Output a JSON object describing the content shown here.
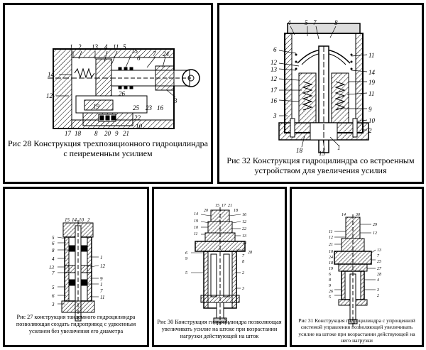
{
  "figures": {
    "fig28": {
      "caption": "Рис 28 Конструкция трехпозиционного гидроцилиндра с пеиременным усилием",
      "labels": [
        "1",
        "2",
        "13",
        "4",
        "11",
        "5",
        "15",
        "6",
        "7",
        "24",
        "14",
        "12",
        "3",
        "26",
        "25",
        "23",
        "16",
        "19",
        "22",
        "10",
        "17",
        "18",
        "8",
        "20",
        "9",
        "21"
      ]
    },
    "fig32": {
      "caption": "Рис 32 Конструкция гидроцилиндра со встроенным устройством для увеличения усилия",
      "labels": [
        "4",
        "5",
        "7",
        "8",
        "6",
        "11",
        "12",
        "13",
        "14",
        "12",
        "19",
        "17",
        "11",
        "16",
        "9",
        "3",
        "10",
        "2",
        "18",
        "15",
        "1"
      ]
    },
    "fig27": {
      "caption": "Рис 27 конструкция тандемного гидроцилиндра позволяющая создать гидропривод с удвоенным усилием без увеличения его диаметра",
      "labels": [
        "15",
        "14",
        "10",
        "2",
        "5",
        "6",
        "8",
        "4",
        "13",
        "7",
        "5",
        "6",
        "3",
        "1",
        "12",
        "9",
        "1",
        "7",
        "11"
      ]
    },
    "fig30": {
      "caption": "Рис 30 Конструкция гидроцилиндра позволяющая увеличивать усилие на штоке при возрастании нагрузки действующей на шток",
      "labels": [
        "15",
        "17",
        "21",
        "14",
        "20",
        "18",
        "16",
        "19",
        "12",
        "22",
        "13",
        "10",
        "11",
        "14",
        "6",
        "9",
        "4",
        "7",
        "28",
        "8",
        "5",
        "2",
        "3",
        "1"
      ]
    },
    "fig31": {
      "caption": "Рис 31 Конструкция гидроцилиндра с упрощенной системой управления позволяющей увеличивать усилие на штоке при возрастании действующей на него нагрузки",
      "labels": [
        "14",
        "30",
        "11",
        "29",
        "12",
        "12",
        "21",
        "10",
        "24",
        "18",
        "13",
        "19",
        "7",
        "6",
        "25",
        "27",
        "8",
        "28",
        "9",
        "4",
        "26",
        "3",
        "2",
        "5",
        "1"
      ]
    }
  }
}
